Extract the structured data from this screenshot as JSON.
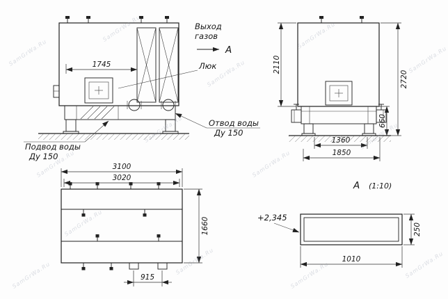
{
  "watermark": {
    "text": "SamGrWa.Ru"
  },
  "front_view": {
    "dim_width": "1745",
    "label_gas_outlet_line1": "Выход",
    "label_gas_outlet_line2": "газов",
    "section_arrow_label": "А",
    "label_hatch": "Люк",
    "label_water_outlet_line1": "Отвод воды",
    "label_water_outlet_line2": "Ду 150",
    "label_water_inlet_line1": "Подвод воды",
    "label_water_inlet_line2": "Ду 150"
  },
  "side_view": {
    "dim_height_body": "2110",
    "dim_height_total": "2720",
    "dim_height_base": "660",
    "dim_width_legs": "1360",
    "dim_width_base": "1850"
  },
  "plan_view": {
    "dim_width_outer": "3100",
    "dim_width_inner": "3020",
    "dim_depth": "1660",
    "dim_tab_spacing": "915"
  },
  "section_view": {
    "title": "А",
    "scale": "(1:10)",
    "elevation": "+2,345",
    "dim_width": "1010",
    "dim_height": "250"
  }
}
